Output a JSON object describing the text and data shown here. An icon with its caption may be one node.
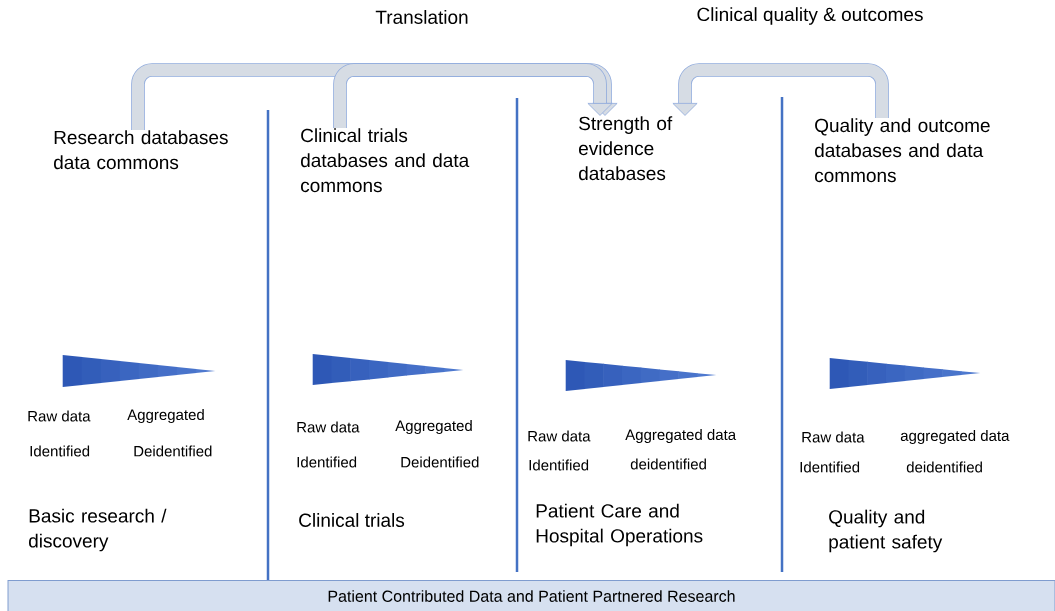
{
  "diagram": {
    "nodes": [
      {
        "text": [
          "Research databases data commons"
        ]
      },
      {
        "text": [
          "Clinical trials databases and data commons"
        ]
      },
      {
        "text": [
          "Strength of evidence databases"
        ]
      },
      {
        "text": [
          "Quality and outcome databases and data commons"
        ]
      },
      {
        "text": [
          "Patient Contributed Data and Patient Partnered Research"
        ]
      }
    ],
    "edges": [
      {
        "from": 0,
        "to": 2,
        "arrow": "to"
      },
      {
        "from": 1,
        "to": 2,
        "arrow": "to",
        "label": "Translation"
      },
      {
        "from": 3,
        "to": 2,
        "arrow": "to",
        "label": "Clinical quality & outcomes"
      }
    ],
    "labels": [
      "Raw data",
      "Aggregated",
      "Identified",
      "Deidentified",
      "Basic research / discovery",
      "Raw data",
      "Aggregated",
      "Identified",
      "Deidentified",
      "Clinical trials",
      "Raw data",
      "Aggregated data",
      "Identified",
      "deidentified",
      "Patient Care and Hospital Operations",
      "Raw data",
      "aggregated data",
      "Identified",
      "deidentified",
      "Quality and patient safety"
    ]
  }
}
